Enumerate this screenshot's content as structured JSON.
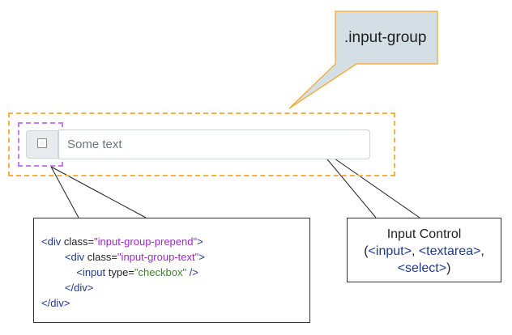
{
  "callout": {
    "label": ".input-group",
    "fill": "#d3dfe4",
    "stroke": "#f5a623"
  },
  "input_group": {
    "outline_color": "#f5b042",
    "prepend_outline_color": "#c57cf0",
    "placeholder": "Some text"
  },
  "code": {
    "lines": [
      [
        {
          "t": "<div ",
          "c": "tag"
        },
        {
          "t": "class=",
          "c": "attr"
        },
        {
          "t": "\"input-group-prepend\"",
          "c": "val"
        },
        {
          "t": ">",
          "c": "tag"
        }
      ],
      [
        {
          "t": "        <div ",
          "c": "tag"
        },
        {
          "t": "class=",
          "c": "attr"
        },
        {
          "t": "\"input-group-text\"",
          "c": "val"
        },
        {
          "t": ">",
          "c": "tag"
        }
      ],
      [
        {
          "t": "            <input ",
          "c": "tag"
        },
        {
          "t": "type=",
          "c": "attr"
        },
        {
          "t": "\"checkbox\"",
          "c": "val-green"
        },
        {
          "t": " />",
          "c": "tag"
        }
      ],
      [
        {
          "t": "        </div>",
          "c": "tag"
        }
      ],
      [
        {
          "t": "</div>",
          "c": "tag"
        }
      ]
    ]
  },
  "control": {
    "title": "Input Control",
    "line2": {
      "open": "(",
      "a": "<input>",
      "sep1": ", ",
      "b": "<textarea>",
      "sep2": ","
    },
    "line3": {
      "c": "<select>",
      "close": ")"
    }
  }
}
